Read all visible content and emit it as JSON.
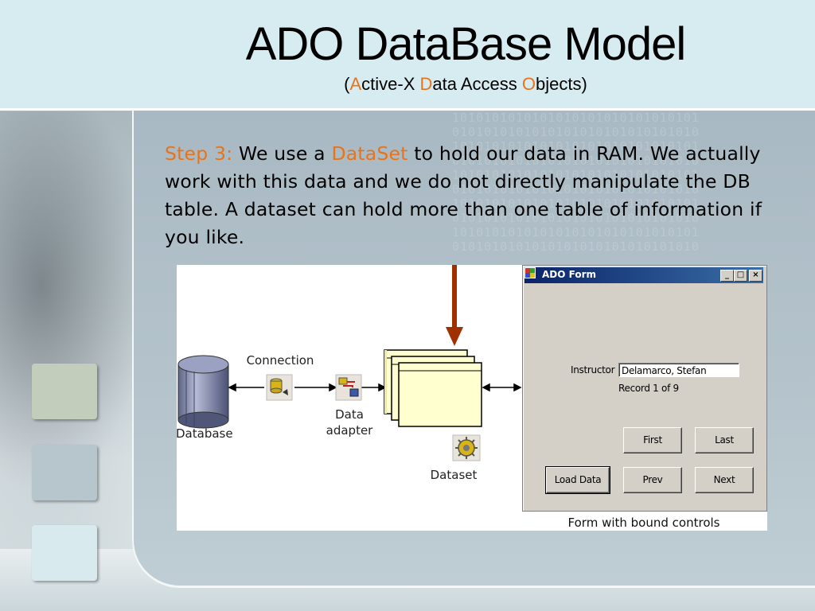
{
  "slide": {
    "title": "ADO DataBase Model",
    "subtitle": {
      "open": "(",
      "a": "A",
      "a_rest": "ctive-X ",
      "d": "D",
      "d_rest": "ata Access ",
      "o": "O",
      "o_rest": "bjects",
      "close": ")"
    },
    "accent_color": "#e8731a"
  },
  "body": {
    "step_label": "Step 3:",
    "text_1": " We use a ",
    "keyword": "DataSet",
    "text_2": " to hold our data in RAM. We actually work with this data and we do not directly manipulate the DB table. A dataset can hold more than one table of information if you like."
  },
  "diagram": {
    "nodes": {
      "database": "Database",
      "connection": "Connection",
      "data_adapter_1": "Data",
      "data_adapter_2": "adapter",
      "dataset": "Dataset"
    },
    "form_caption": "Form with bound controls"
  },
  "winform": {
    "title": "ADO Form",
    "controls": {
      "minimize": "_",
      "maximize": "□",
      "close": "×"
    },
    "instructor_label": "Instructor",
    "instructor_value": "Delamarco, Stefan",
    "record_status": "Record 1 of 9",
    "buttons": {
      "first": "First",
      "last": "Last",
      "load": "Load Data",
      "prev": "Prev",
      "next": "Next"
    }
  }
}
